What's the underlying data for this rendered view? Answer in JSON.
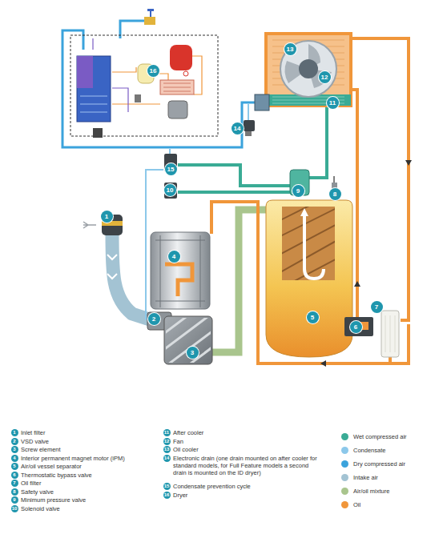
{
  "diagram": {
    "labels": [
      "1",
      "2",
      "3",
      "4",
      "5",
      "6",
      "7",
      "8",
      "9",
      "10",
      "11",
      "12",
      "13",
      "14",
      "15",
      "16",
      "1",
      "Inlet filter",
      "2",
      "VSD valve",
      "3",
      "Screw element",
      "4",
      "Interior permanent magnet motor (iPM)",
      "5",
      "Air/oil vessel separator",
      "6",
      "Thermostatic bypass valve",
      "7",
      "Oil filter",
      "8",
      "Safety valve",
      "9",
      "Minimum pressure valve",
      "10",
      "Solenoid valve",
      "11",
      "After cooler",
      "12",
      "Fan",
      "13",
      "Oil cooler",
      "14",
      "Electronic drain (one drain mounted on after cooler for standard models, for Full Feature models a second drain is mounted on the ID dryer)",
      "15",
      "Condensate prevention cycle",
      "16",
      "Dryer"
    ],
    "legend": [
      {
        "text": "Wet compressed air",
        "color": "#3aab95"
      },
      {
        "text": "Condensate",
        "color": "#8cc8ea"
      },
      {
        "text": "Dry compressed air",
        "color": "#3ba3dc"
      },
      {
        "text": "Intake air",
        "color": "#a3c3d3"
      },
      {
        "text": "Air/oil mixture",
        "color": "#a9c58d"
      },
      {
        "text": "Oil",
        "color": "#f0963a"
      }
    ]
  }
}
